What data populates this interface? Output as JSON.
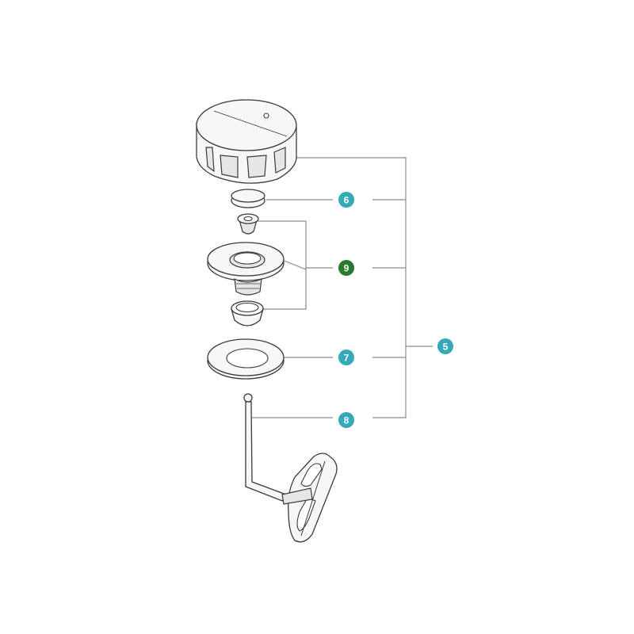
{
  "colors": {
    "callout_teal": "#34a9b8",
    "callout_green": "#2a7a2e",
    "line_color": "#8a8a8a",
    "outline_color": "#3a3a3a"
  },
  "callouts": [
    {
      "id": "6",
      "label": "6",
      "color": "#34a9b8"
    },
    {
      "id": "9",
      "label": "9",
      "color": "#2a7a2e"
    },
    {
      "id": "7",
      "label": "7",
      "color": "#34a9b8"
    },
    {
      "id": "8",
      "label": "8",
      "color": "#34a9b8"
    },
    {
      "id": "5",
      "label": "5",
      "color": "#34a9b8"
    }
  ]
}
